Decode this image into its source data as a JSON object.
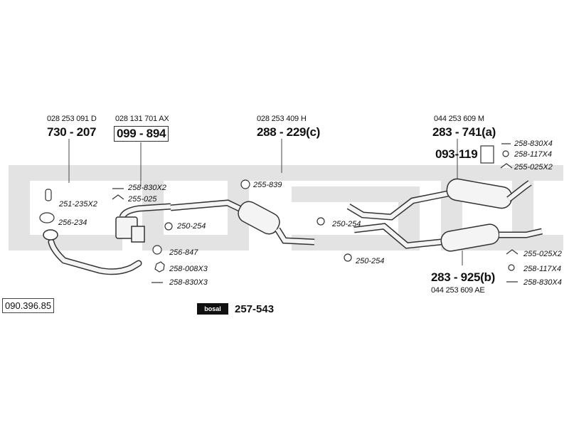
{
  "diagram_code": "090.396.85",
  "brand_logo": "bosal",
  "kit": "257-543",
  "parts": {
    "front_pipe": {
      "oem": "028 253 091 D",
      "number": "730 - 207"
    },
    "cat": {
      "oem": "028 131 701 AX",
      "number": "099 - 894"
    },
    "middle": {
      "oem": "028 253 409 H",
      "number": "288 - 229(c)"
    },
    "rear_a": {
      "oem": "044 253 609 M",
      "number": "283 - 741(a)"
    },
    "rear_b": {
      "oem": "044 253 609 AE",
      "number": "283 - 925(b)"
    },
    "heat_shield": {
      "number": "093-119"
    }
  },
  "accessories": {
    "a1": "251-235X2",
    "a2": "256-234",
    "a3": "258-830X2",
    "a4": "255-025",
    "a5": "250-254",
    "a6": "256-847",
    "a7": "258-008X3",
    "a8": "258-830X3",
    "a9": "255-839",
    "a10": "250-254",
    "a11": "250-254",
    "a12": "258-830X4",
    "a13": "258-117X4",
    "a14": "255-025X2",
    "a15": "255-025X2",
    "a16": "258-117X4",
    "a17": "258-830X4"
  },
  "colors": {
    "watermark": "#e3e3e3",
    "line": "#444444",
    "pipe_fill": "#f4f4f4"
  }
}
